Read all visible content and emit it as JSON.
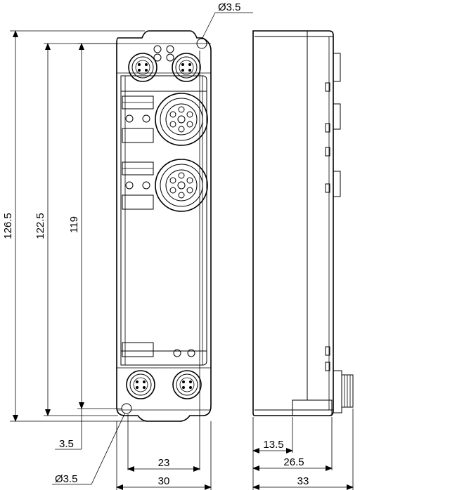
{
  "dimensions": {
    "hole_top": "Ø3.5",
    "hole_bottom": "Ø3.5",
    "height_total": "126.5",
    "height_mid": "122.5",
    "height_inner": "119",
    "offset_bottom": "3.5",
    "width_inner": "23",
    "width_total": "30",
    "side_offset": "13.5",
    "side_mid": "26.5",
    "side_total": "33"
  }
}
